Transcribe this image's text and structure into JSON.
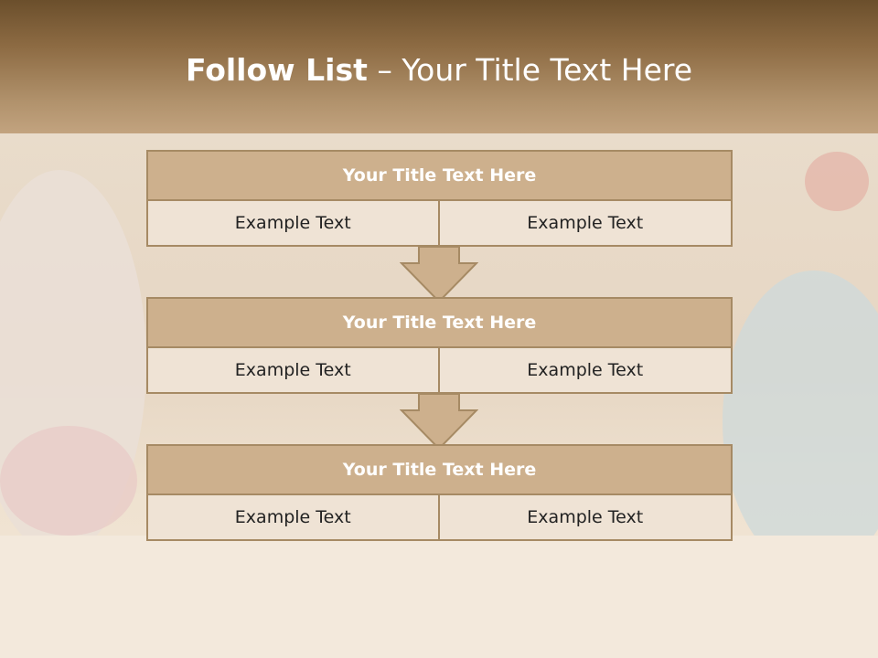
{
  "slide": {
    "title_bold": "Follow List",
    "title_rest": " – Your Title Text Here"
  },
  "steps": [
    {
      "title": "Your Title Text Here",
      "left": "Example Text",
      "right": "Example Text"
    },
    {
      "title": "Your Title Text Here",
      "left": "Example Text",
      "right": "Example Text"
    },
    {
      "title": "Your Title Text Here",
      "left": "Example Text",
      "right": "Example Text"
    }
  ],
  "colors": {
    "header_dark": "#6b4f2c",
    "box_fill": "#cdb08d",
    "box_border": "#a68a64",
    "cell_fill": "#efe3d5"
  }
}
